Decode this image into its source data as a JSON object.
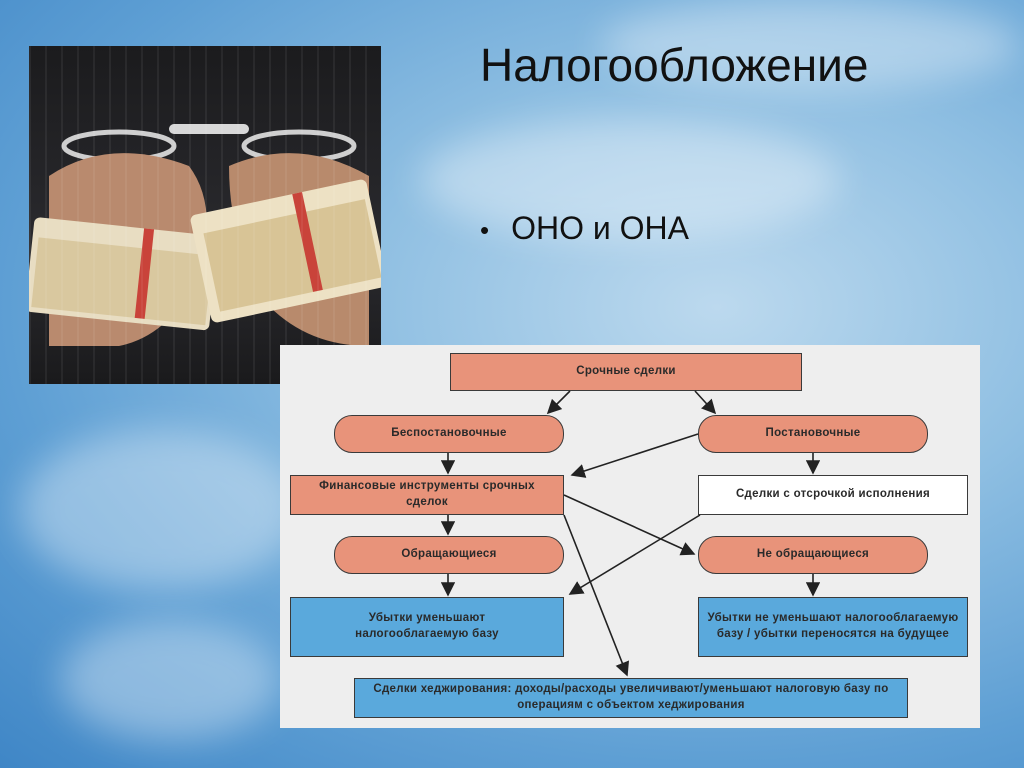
{
  "slide": {
    "title": "Налогообложение",
    "bullet": "ОНО и ОНА"
  },
  "photo": {
    "icon": "handcuffed-hands-with-money-image"
  },
  "diagram": {
    "nodes": {
      "srochnye": "Срочные сделки",
      "bespostanovochnye": "Беспостановочные",
      "postanovochnye": "Постановочные",
      "fin_instr": "Финансовые инструменты срочных сделок",
      "otsrochka": "Сделки с отсрочкой исполнения",
      "obrash": "Обращающиеся",
      "ne_obrash": "Не обращающиеся",
      "ubytki_umen": "Убытки уменьшают налогооблагаемую базу",
      "ubytki_ne_umen": "Убытки не уменьшают налогооблагаемую базу / убытки переносятся на будущее",
      "hedge": "Сделки хеджирования: доходы/расходы увеличивают/уменьшают налоговую базу по операциям с объектом хеджирования"
    },
    "colors": {
      "orange": "#e8937a",
      "blue": "#5aa9dc",
      "white": "#ffffff",
      "panel": "#eeeeee"
    }
  }
}
